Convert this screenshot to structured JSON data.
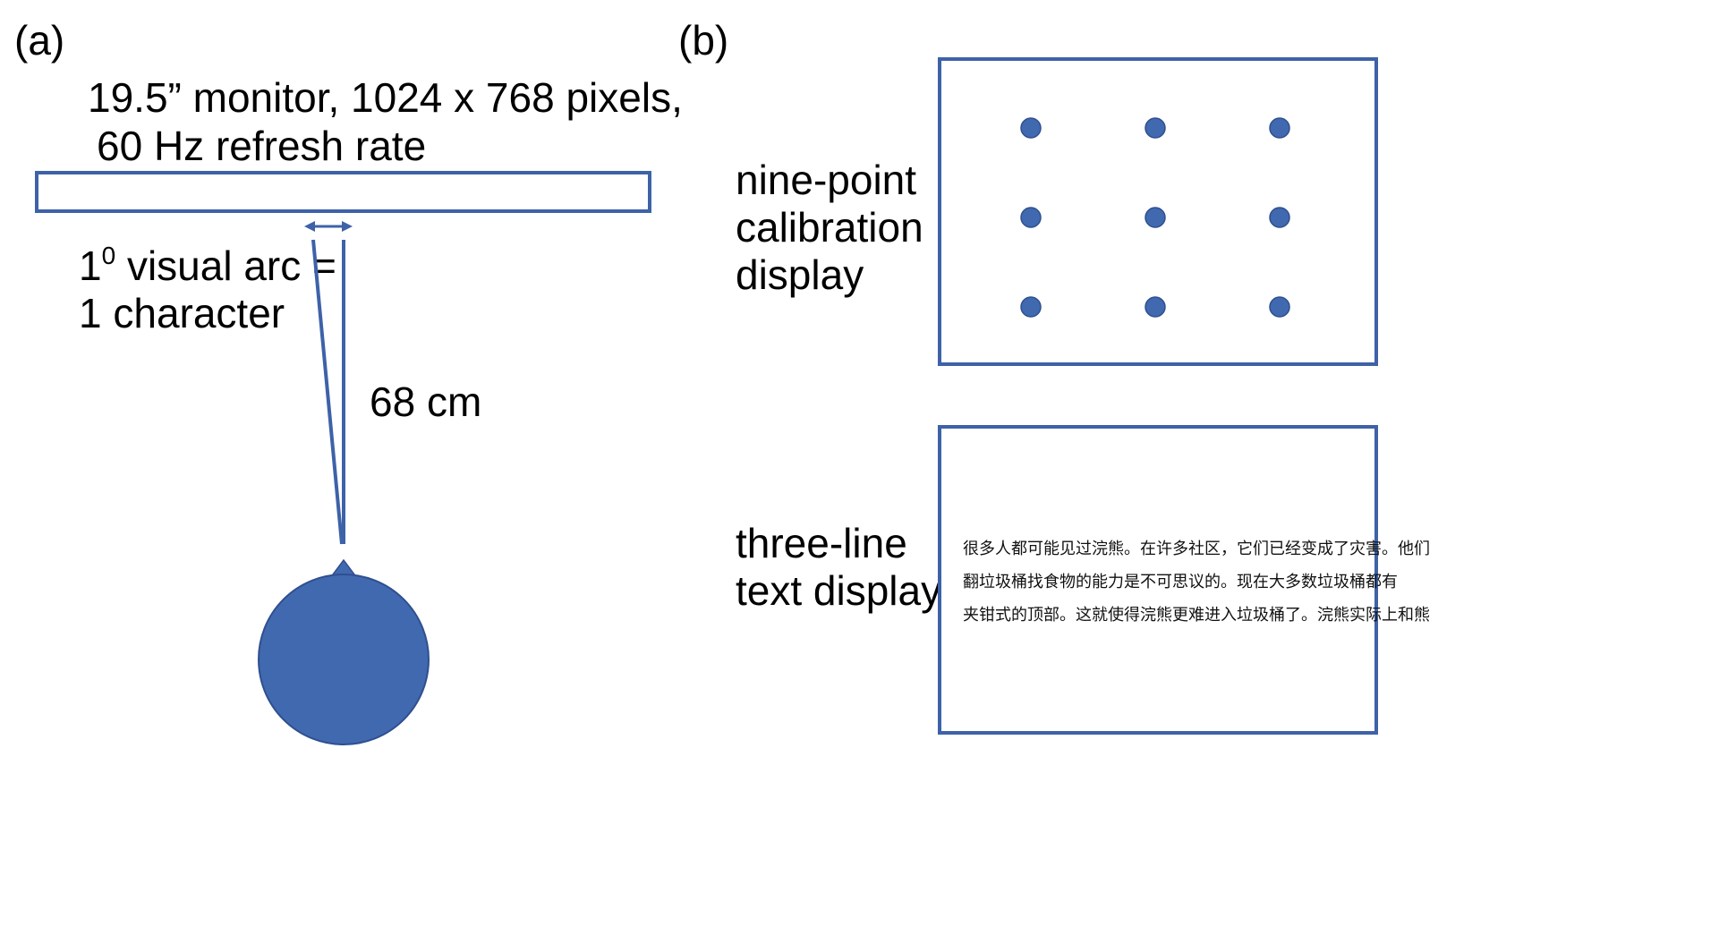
{
  "panel_a": {
    "label": "(a)",
    "monitor_line1": "19.5” monitor, 1024 x 768 pixels,",
    "monitor_line2": "60 Hz refresh rate",
    "arc_line1_base": "1",
    "arc_line1_sup": "0",
    "arc_line1_rest": " visual arc =",
    "arc_line2": "1 character",
    "distance": "68 cm"
  },
  "panel_b": {
    "label": "(b)",
    "calibration_label": [
      "nine-point",
      "calibration",
      "display"
    ],
    "text_label": [
      "three-line",
      "text display"
    ],
    "text_lines": [
      "很多人都可能见过浣熊。在许多社区，它们已经变成了灾害。他们",
      "翻垃圾桶找食物的能力是不可思议的。现在大多数垃圾桶都有",
      "夹钳式的顶部。这就使得浣熊更难进入垃圾桶了。浣熊实际上和熊"
    ],
    "calibration_points": 9
  },
  "colors": {
    "accent": "#3e62a8",
    "fill": "#4169b0"
  }
}
